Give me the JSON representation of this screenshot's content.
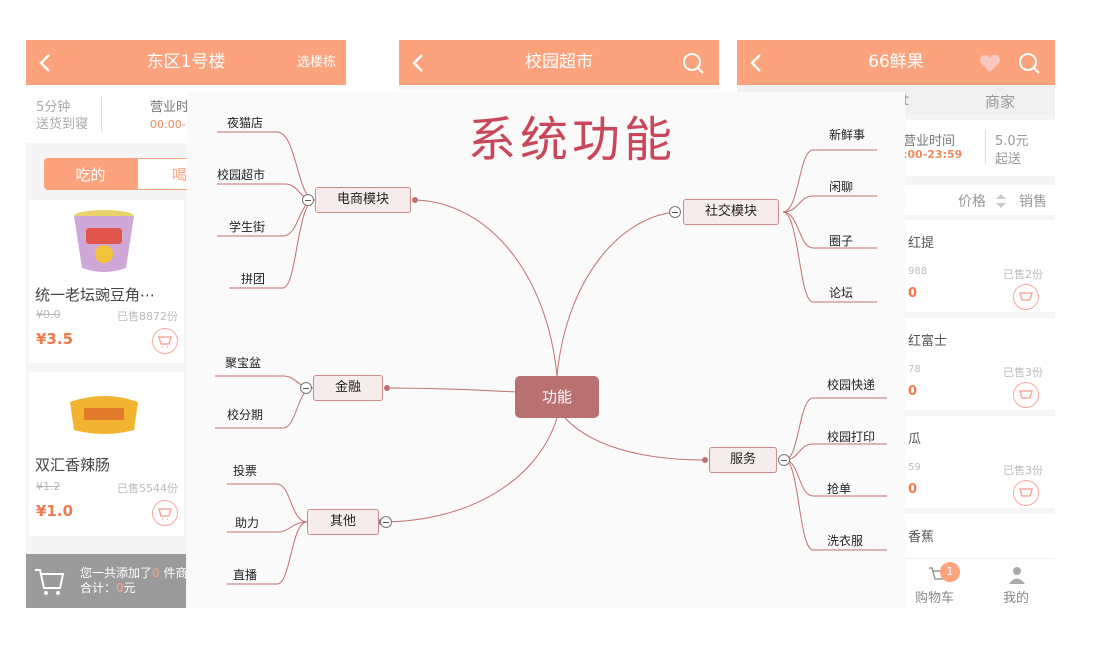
{
  "screen1": {
    "title": "东区1号楼",
    "right_action": "选楼栋",
    "delivery_line1": "5分钟",
    "delivery_line2": "送货到寝",
    "hours_label": "营业时",
    "hours_value": "00:00-",
    "tabs": [
      "吃的",
      "喝的"
    ],
    "products": [
      {
        "name": "统一老坛豌豆角⋯",
        "original_price": "¥0.0",
        "sold": "已售8872份",
        "price": "¥3.5"
      },
      {
        "name": "双汇香辣肠",
        "original_price": "¥1.2",
        "sold": "已售5544份",
        "price": "¥1.0"
      }
    ],
    "cart_bar_prefix": "您一共添加了",
    "cart_bar_count": "0",
    "cart_bar_suffix": " 件商",
    "cart_total_label": "合计：",
    "cart_total_value": "0",
    "cart_total_unit": "元"
  },
  "screen2": {
    "title": "校园超市"
  },
  "screen3": {
    "title": "66鲜果",
    "tabs": [
      "t",
      "商家"
    ],
    "hours_label": "营业时间",
    "hours_value": ":00-23:59",
    "min_order_line1": "5.0元",
    "min_order_line2": "起送",
    "sort_price": "价格",
    "sort_sales": "销售",
    "items": [
      {
        "name": "红提",
        "original": "988",
        "sold": "已售2份",
        "price": "0"
      },
      {
        "name": "红富士",
        "original": "78",
        "sold": "已售3份",
        "price": "0"
      },
      {
        "name": "瓜",
        "original": "59",
        "sold": "已售3份",
        "price": "0"
      },
      {
        "name": "香蕉"
      }
    ],
    "nav_cart_label": "购物车",
    "nav_cart_badge": "1",
    "nav_me_label": "我的"
  },
  "mindmap": {
    "title": "系统功能",
    "root": "功能",
    "branches": [
      {
        "label": "电商模块",
        "children": [
          "夜猫店",
          "校园超市",
          "学生街",
          "拼团"
        ]
      },
      {
        "label": "金融",
        "children": [
          "聚宝盆",
          "校分期"
        ]
      },
      {
        "label": "其他",
        "children": [
          "投票",
          "助力",
          "直播"
        ]
      },
      {
        "label": "社交模块",
        "children": [
          "新鲜事",
          "闲聊",
          "圈子",
          "论坛"
        ]
      },
      {
        "label": "服务",
        "children": [
          "校园快递",
          "校园打印",
          "抢单",
          "洗衣服"
        ]
      }
    ]
  },
  "colors": {
    "header_accent": "#fca27d",
    "price": "#f07a4c",
    "mindmap_root": "#b87070",
    "mindmap_title": "#c9475a",
    "mindmap_line": "#c07070"
  }
}
